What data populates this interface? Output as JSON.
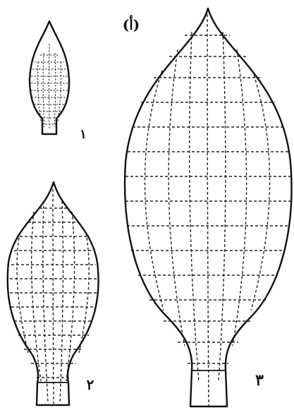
{
  "figure": {
    "panel_label": "(أ)",
    "leaves": [
      {
        "number": "١"
      },
      {
        "number": "٢"
      },
      {
        "number": "٣"
      }
    ]
  }
}
